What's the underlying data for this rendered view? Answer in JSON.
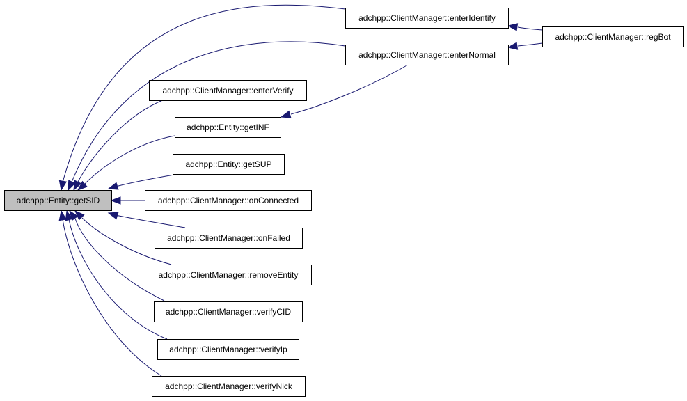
{
  "diagram": {
    "edge_color": "#191970",
    "root_fill": "#bfbfbf",
    "nodes": [
      {
        "id": "getSID",
        "label": "adchpp::Entity::getSID",
        "root": true
      },
      {
        "id": "enterIdentify",
        "label": "adchpp::ClientManager::enterIdentify"
      },
      {
        "id": "regBot",
        "label": "adchpp::ClientManager::regBot"
      },
      {
        "id": "enterNormal",
        "label": "adchpp::ClientManager::enterNormal"
      },
      {
        "id": "enterVerify",
        "label": "adchpp::ClientManager::enterVerify"
      },
      {
        "id": "getINF",
        "label": "adchpp::Entity::getINF"
      },
      {
        "id": "getSUP",
        "label": "adchpp::Entity::getSUP"
      },
      {
        "id": "onConnected",
        "label": "adchpp::ClientManager::onConnected"
      },
      {
        "id": "onFailed",
        "label": "adchpp::ClientManager::onFailed"
      },
      {
        "id": "removeEntity",
        "label": "adchpp::ClientManager::removeEntity"
      },
      {
        "id": "verifyCID",
        "label": "adchpp::ClientManager::verifyCID"
      },
      {
        "id": "verifyIp",
        "label": "adchpp::ClientManager::verifyIp"
      },
      {
        "id": "verifyNick",
        "label": "adchpp::ClientManager::verifyNick"
      }
    ],
    "edges": [
      {
        "from": "enterIdentify",
        "to": "getSID"
      },
      {
        "from": "enterNormal",
        "to": "getSID"
      },
      {
        "from": "enterVerify",
        "to": "getSID"
      },
      {
        "from": "getINF",
        "to": "getSID"
      },
      {
        "from": "getSUP",
        "to": "getSID"
      },
      {
        "from": "onConnected",
        "to": "getSID"
      },
      {
        "from": "onFailed",
        "to": "getSID"
      },
      {
        "from": "removeEntity",
        "to": "getSID"
      },
      {
        "from": "verifyCID",
        "to": "getSID"
      },
      {
        "from": "verifyIp",
        "to": "getSID"
      },
      {
        "from": "verifyNick",
        "to": "getSID"
      },
      {
        "from": "enterNormal",
        "to": "getINF"
      },
      {
        "from": "regBot",
        "to": "enterIdentify"
      },
      {
        "from": "regBot",
        "to": "enterNormal"
      }
    ]
  }
}
